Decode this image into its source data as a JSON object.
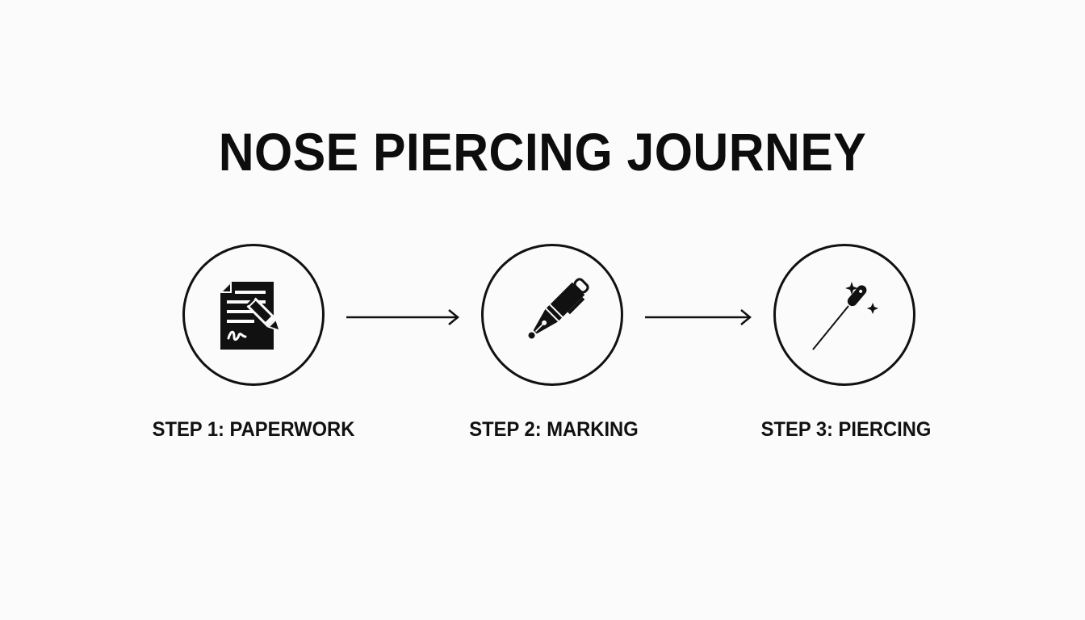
{
  "title": "NOSE PIERCING JOURNEY",
  "steps": [
    {
      "label": "STEP 1: PAPERWORK",
      "icon": "document-signature-icon"
    },
    {
      "label": "STEP 2: MARKING",
      "icon": "fountain-pen-icon"
    },
    {
      "label": "STEP 3: PIERCING",
      "icon": "piercing-needle-sparkle-icon"
    }
  ],
  "colors": {
    "background": "#fbfbfb",
    "ink": "#111111"
  }
}
